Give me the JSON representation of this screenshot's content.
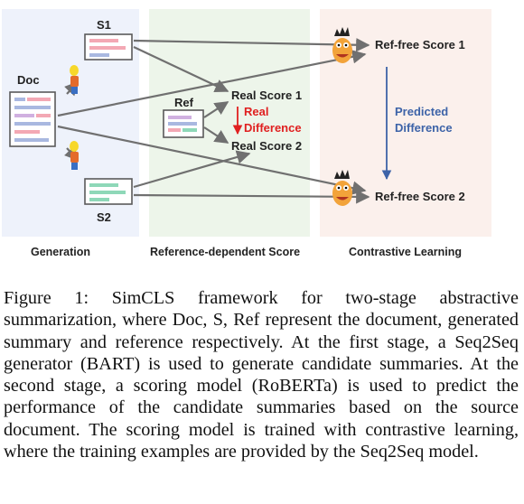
{
  "panels": {
    "generation": "Generation",
    "reference_dependent": "Reference-dependent Score",
    "contrastive": "Contrastive Learning"
  },
  "nodes": {
    "doc": "Doc",
    "s1": "S1",
    "s2": "S2",
    "ref": "Ref"
  },
  "scores": {
    "real_score_1": "Real Score 1",
    "real_score_2": "Real Score 2",
    "real_difference_line1": "Real",
    "real_difference_line2": "Difference",
    "ref_free_score_1": "Ref-free Score 1",
    "ref_free_score_2": "Ref-free Score 2",
    "predicted_difference_line1": "Predicted",
    "predicted_difference_line2": "Difference"
  },
  "colors": {
    "generation_panel": "#eef2fb",
    "reference_panel": "#edf5ea",
    "contrastive_panel": "#fbf0ec",
    "real_difference": "#e02020",
    "predicted_difference": "#3d63a8",
    "arrows": "#707070"
  },
  "caption": {
    "figure_label": "Figure 1:",
    "text": "SimCLS framework for two-stage abstractive summarization, where Doc, S, Ref represent the document, generated summary and reference respectively. At the first stage, a Seq2Seq generator (BART) is used to generate candidate summaries. At the second stage, a scoring model (RoBERTa) is used to predict the performance of the candidate summaries based on the source document. The scoring model is trained with contrastive learning, where the training examples are provided by the Seq2Seq model."
  }
}
